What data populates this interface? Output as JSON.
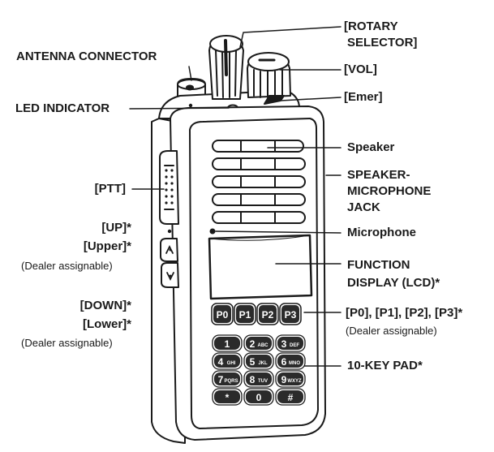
{
  "labels": {
    "rotary_selector": [
      "[ROTARY",
      "SELECTOR]"
    ],
    "vol": "[VOL]",
    "emer": "[Emer]",
    "antenna_connector": "ANTENNA CONNECTOR",
    "led_indicator": "LED INDICATOR",
    "speaker": "Speaker",
    "speaker_mic_jack": [
      "SPEAKER-",
      "MICROPHONE",
      "JACK"
    ],
    "ptt": "[PTT]",
    "up": "[UP]*",
    "upper": "[Upper]*",
    "up_note": "(Dealer assignable)",
    "microphone": "Microphone",
    "function_display": [
      "FUNCTION",
      "DISPLAY (LCD)*"
    ],
    "down": "[DOWN]*",
    "lower": "[Lower]*",
    "down_note": "(Dealer assignable)",
    "p_keys": "[P0], [P1], [P2], [P3]*",
    "p_keys_note": "(Dealer assignable)",
    "ten_key_pad": "10-KEY PAD*"
  },
  "radio": {
    "p_buttons": [
      "P0",
      "P1",
      "P2",
      "P3"
    ],
    "keypad": [
      {
        "num": "1",
        "sub": ""
      },
      {
        "num": "2",
        "sub": "ABC"
      },
      {
        "num": "3",
        "sub": "DEF"
      },
      {
        "num": "4",
        "sub": "GHI"
      },
      {
        "num": "5",
        "sub": "JKL"
      },
      {
        "num": "6",
        "sub": "MNO"
      },
      {
        "num": "7",
        "sub": "PQRS"
      },
      {
        "num": "8",
        "sub": "TUV"
      },
      {
        "num": "9",
        "sub": "WXYZ"
      },
      {
        "num": "*",
        "sub": ""
      },
      {
        "num": "0",
        "sub": ""
      },
      {
        "num": "#",
        "sub": ""
      }
    ]
  },
  "colors": {
    "ink": "#1a1a1a",
    "body_fill": "#ffffff",
    "button_fill": "#2b2b2b"
  }
}
